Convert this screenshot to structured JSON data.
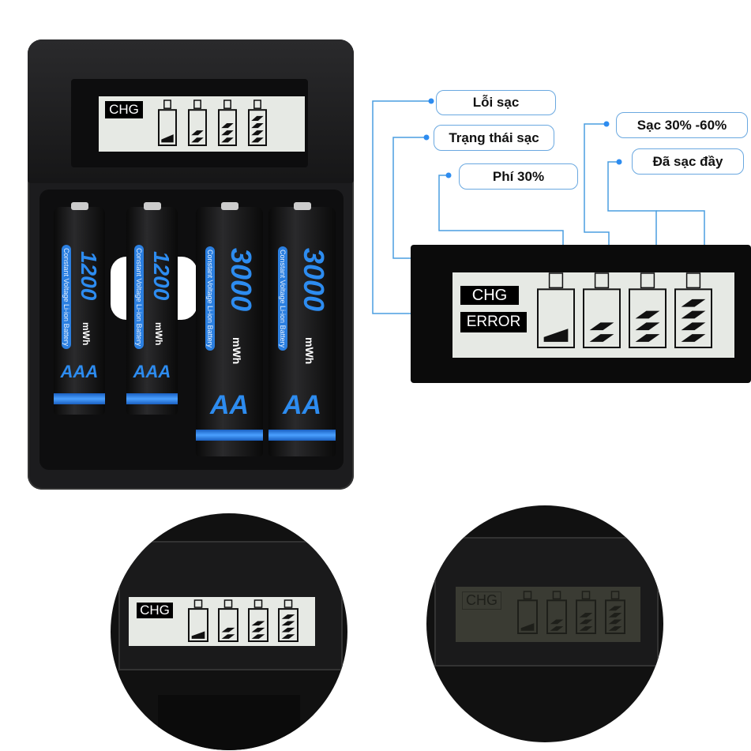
{
  "lcd": {
    "chg_label": "CHG",
    "error_label": "ERROR"
  },
  "callouts": {
    "error": "Lỗi sạc",
    "charging_status": "Trạng thái sạc",
    "charge_30": "Phí 30%",
    "charge_30_60": "Sạc 30% -60%",
    "fully_charged": "Đã sạc đầy"
  },
  "batteries": [
    {
      "capacity": "1200",
      "unit": "mWh",
      "subtitle": "Constant Voltage Li-ion Battery",
      "type": "AAA"
    },
    {
      "capacity": "1200",
      "unit": "mWh",
      "subtitle": "Constant Voltage Li-ion Battery",
      "type": "AAA"
    },
    {
      "capacity": "3000",
      "unit": "mWh",
      "subtitle": "Constant Voltage Li-ion Battery",
      "type": "AA"
    },
    {
      "capacity": "3000",
      "unit": "mWh",
      "subtitle": "Constant Voltage Li-ion Battery",
      "type": "AA"
    }
  ],
  "battery_levels": [
    1,
    2,
    3,
    4
  ],
  "colors": {
    "accent": "#2d8cf0",
    "lcd_bg": "#e6e9e4",
    "callout_line": "#4a9ee0"
  }
}
